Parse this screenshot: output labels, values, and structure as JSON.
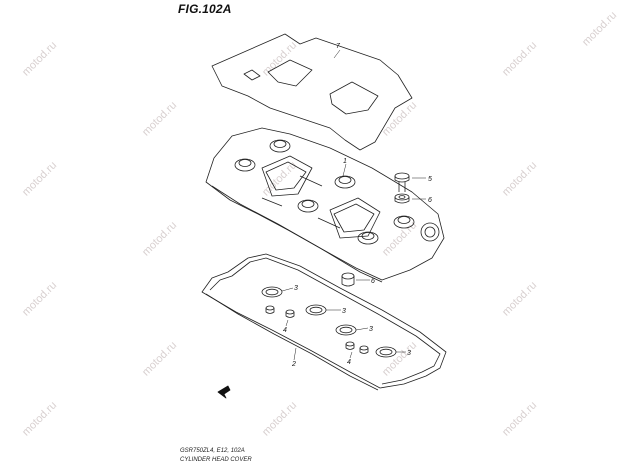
{
  "figure": {
    "title": "FIG.102A",
    "footer_model": "GSR750ZL4, E12, 102A",
    "footer_caption": "CYLINDER HEAD COVER"
  },
  "watermark": {
    "text": "motod.ru"
  },
  "callouts": [
    "1",
    "2",
    "3",
    "3",
    "3",
    "3",
    "4",
    "4",
    "5",
    "6",
    "6",
    "7"
  ],
  "colors": {
    "line": "#222222",
    "watermark": "#d8d0d0"
  }
}
